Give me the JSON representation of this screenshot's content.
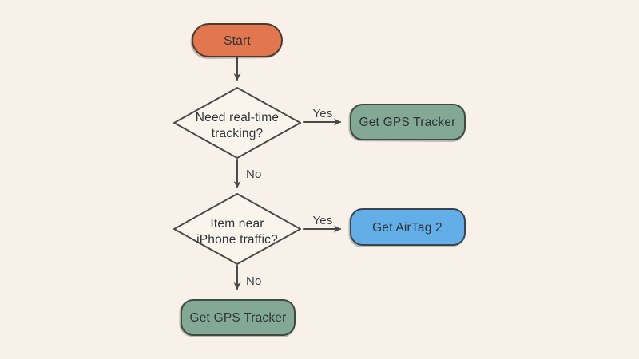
{
  "diagram": {
    "title": "tracking decision flowchart",
    "nodes": {
      "start": {
        "type": "terminator",
        "label": "Start"
      },
      "decision_realtime": {
        "type": "decision",
        "line1": "Need real-time",
        "line2": "tracking?"
      },
      "gps_tracker_top": {
        "type": "process",
        "label": "Get GPS Tracker"
      },
      "decision_iphone": {
        "type": "decision",
        "line1": "Item near",
        "line2": "iPhone traffic?"
      },
      "airtag": {
        "type": "process",
        "label": "Get AirTag 2"
      },
      "gps_tracker_bottom": {
        "type": "process",
        "label": "Get GPS Tracker"
      }
    },
    "edge_labels": {
      "yes_top": "Yes",
      "no_top": "No",
      "yes_bottom": "Yes",
      "no_bottom": "No"
    },
    "colors": {
      "background": "#F7F1E9",
      "start_fill": "#E2764E",
      "start_stroke": "#4A3A30",
      "decision_fill": "#F9F4EC",
      "decision_stroke": "#4A4A48",
      "green_fill": "#83A996",
      "green_stroke": "#3E4A42",
      "blue_fill": "#63AEE7",
      "blue_stroke": "#3A4450",
      "edge_stroke": "#4A4A48",
      "text_dark": "#2E3338",
      "label_text": "#3A3F45"
    }
  }
}
